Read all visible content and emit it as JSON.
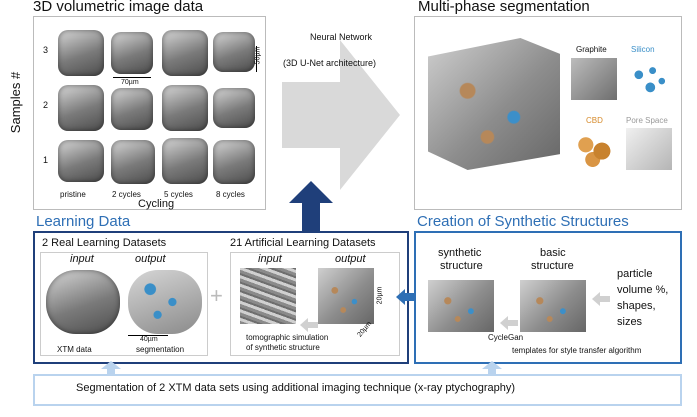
{
  "top_left": {
    "title": "3D volumetric image data",
    "y_axis_label": "Samples #",
    "x_axis_label": "Cycling",
    "sample_rows": [
      "3",
      "2",
      "1"
    ],
    "columns": [
      "pristine",
      "2 cycles",
      "5 cycles",
      "8 cycles"
    ],
    "scale_horizontal": "70µm",
    "scale_vertical": "50µm"
  },
  "network": {
    "line1": "Neural Network",
    "line2": "(3D U-Net architecture)"
  },
  "segmentation": {
    "title": "Multi-phase segmentation",
    "phases": [
      "Graphite",
      "Silicon",
      "CBD",
      "Pore Space"
    ],
    "phase_colors": [
      "#222222",
      "#3a8fc8",
      "#d68a2a",
      "#9a9a9a"
    ]
  },
  "learning_data": {
    "title": "Learning Data",
    "real_title": "2 Real Learning Datasets",
    "real_input": "input",
    "real_output": "output",
    "xtm_label": "XTM data",
    "segmentation_label": "segmentation",
    "scale_40": "40µm",
    "plus": "+",
    "artificial_title": "21 Artificial Learning Datasets",
    "art_input": "input",
    "art_output": "output",
    "scale_20a": "20µm",
    "scale_20b": "20µm",
    "tomo_line1": "tomographic simulation",
    "tomo_line2": "of synthetic structure"
  },
  "synthetic": {
    "title": "Creation of Synthetic Structures",
    "synthetic_l1": "synthetic",
    "synthetic_l2": "structure",
    "basic_l1": "basic",
    "basic_l2": "structure",
    "params": [
      "particle",
      "volume %,",
      "shapes,",
      "sizes"
    ],
    "cyclegan": "CycleGan",
    "templates": "templates for style transfer algorithm"
  },
  "bottom_banner": "Segmentation of 2 XTM data sets using additional imaging technique (x-ray ptychography)",
  "colors": {
    "accent_blue": "#2e6fb5",
    "dark_blue": "#1f3f7a",
    "arrow_gray": "#d9d9d9",
    "banner_border": "#b9d3ee"
  }
}
